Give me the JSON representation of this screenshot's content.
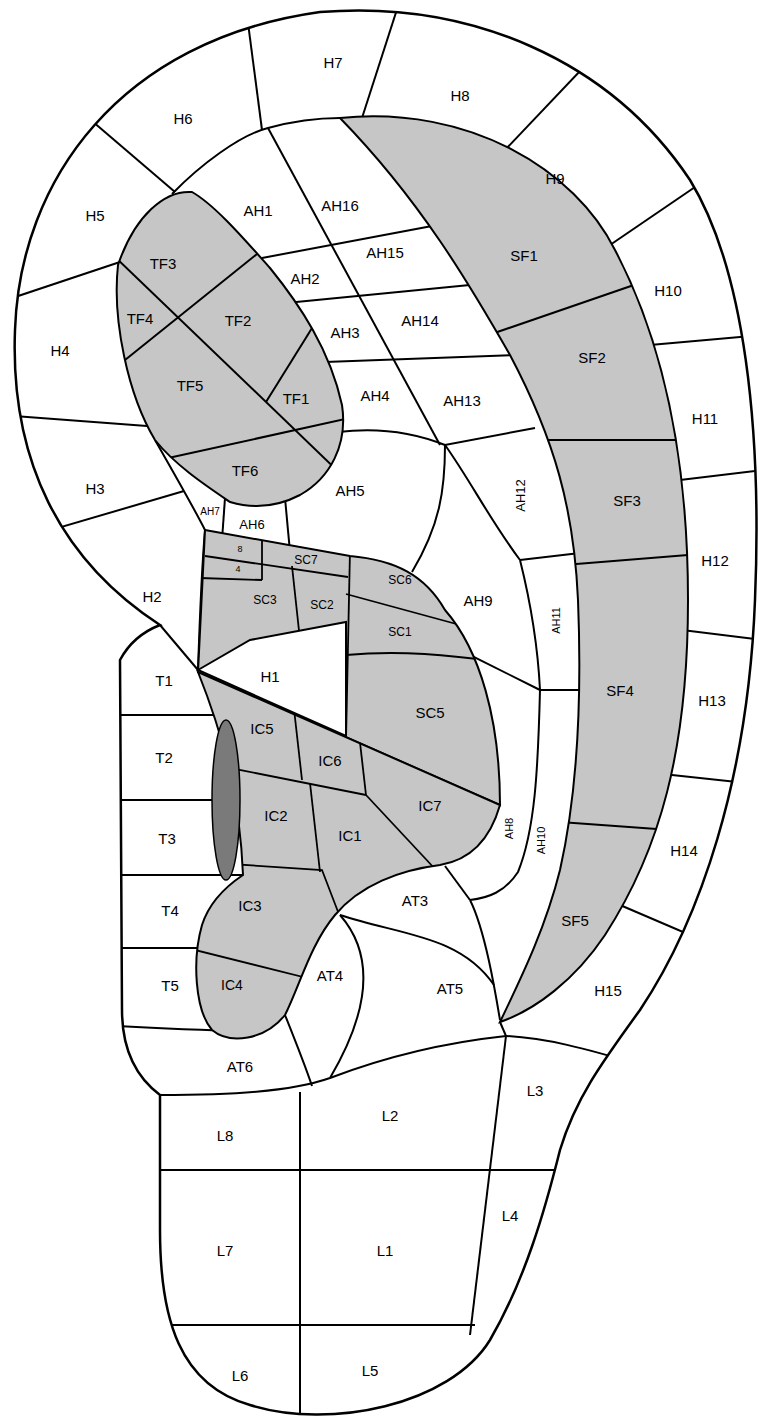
{
  "diagram": {
    "nodes": [
      {
        "text": [
          "H1"
        ]
      },
      {
        "text": [
          "H2"
        ]
      },
      {
        "text": [
          "H3"
        ]
      },
      {
        "text": [
          "H4"
        ]
      },
      {
        "text": [
          "H5"
        ]
      },
      {
        "text": [
          "H6"
        ]
      },
      {
        "text": [
          "H7"
        ]
      },
      {
        "text": [
          "H8"
        ]
      },
      {
        "text": [
          "H9"
        ]
      },
      {
        "text": [
          "H10"
        ]
      },
      {
        "text": [
          "H11"
        ]
      },
      {
        "text": [
          "H12"
        ]
      },
      {
        "text": [
          "H13"
        ]
      },
      {
        "text": [
          "H14"
        ]
      },
      {
        "text": [
          "H15"
        ]
      },
      {
        "text": [
          "TF1"
        ]
      },
      {
        "text": [
          "TF2"
        ]
      },
      {
        "text": [
          "TF3"
        ]
      },
      {
        "text": [
          "TF4"
        ]
      },
      {
        "text": [
          "TF5"
        ]
      },
      {
        "text": [
          "TF6"
        ]
      },
      {
        "text": [
          "AH1"
        ]
      },
      {
        "text": [
          "AH2"
        ]
      },
      {
        "text": [
          "AH3"
        ]
      },
      {
        "text": [
          "AH4"
        ]
      },
      {
        "text": [
          "AH5"
        ]
      },
      {
        "text": [
          "AH6"
        ]
      },
      {
        "text": [
          "AH7"
        ]
      },
      {
        "text": [
          "AH8"
        ]
      },
      {
        "text": [
          "AH9"
        ]
      },
      {
        "text": [
          "AH10"
        ]
      },
      {
        "text": [
          "AH11"
        ]
      },
      {
        "text": [
          "AH12"
        ]
      },
      {
        "text": [
          "AH13"
        ]
      },
      {
        "text": [
          "AH14"
        ]
      },
      {
        "text": [
          "AH15"
        ]
      },
      {
        "text": [
          "AH16"
        ]
      },
      {
        "text": [
          "SF1"
        ]
      },
      {
        "text": [
          "SF2"
        ]
      },
      {
        "text": [
          "SF3"
        ]
      },
      {
        "text": [
          "SF4"
        ]
      },
      {
        "text": [
          "SF5"
        ]
      },
      {
        "text": [
          "SC1"
        ]
      },
      {
        "text": [
          "SC2"
        ]
      },
      {
        "text": [
          "SC3"
        ]
      },
      {
        "text": [
          "SC5"
        ]
      },
      {
        "text": [
          "SC6"
        ]
      },
      {
        "text": [
          "SC7"
        ]
      },
      {
        "text": [
          "8"
        ]
      },
      {
        "text": [
          "4"
        ]
      },
      {
        "text": [
          "IC1"
        ]
      },
      {
        "text": [
          "IC2"
        ]
      },
      {
        "text": [
          "IC3"
        ]
      },
      {
        "text": [
          "IC4"
        ]
      },
      {
        "text": [
          "IC5"
        ]
      },
      {
        "text": [
          "IC6"
        ]
      },
      {
        "text": [
          "IC7"
        ]
      },
      {
        "text": [
          "T1"
        ]
      },
      {
        "text": [
          "T2"
        ]
      },
      {
        "text": [
          "T3"
        ]
      },
      {
        "text": [
          "T4"
        ]
      },
      {
        "text": [
          "T5"
        ]
      },
      {
        "text": [
          "AT3"
        ]
      },
      {
        "text": [
          "AT4"
        ]
      },
      {
        "text": [
          "AT5"
        ]
      },
      {
        "text": [
          "AT6"
        ]
      },
      {
        "text": [
          "L1"
        ]
      },
      {
        "text": [
          "L2"
        ]
      },
      {
        "text": [
          "L3"
        ]
      },
      {
        "text": [
          "L4"
        ]
      },
      {
        "text": [
          "L5"
        ]
      },
      {
        "text": [
          "L6"
        ]
      },
      {
        "text": [
          "L7"
        ]
      },
      {
        "text": [
          "L8"
        ]
      }
    ]
  }
}
